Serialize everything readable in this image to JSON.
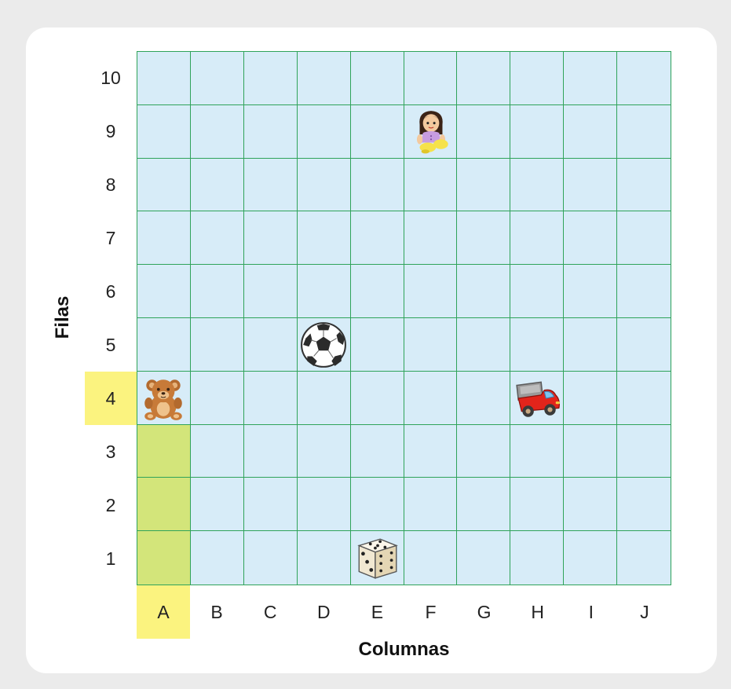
{
  "axes": {
    "x_title": "Columnas",
    "y_title": "Filas",
    "columns": [
      "A",
      "B",
      "C",
      "D",
      "E",
      "F",
      "G",
      "H",
      "I",
      "J"
    ],
    "rows": [
      "10",
      "9",
      "8",
      "7",
      "6",
      "5",
      "4",
      "3",
      "2",
      "1"
    ]
  },
  "highlight": {
    "column": "A",
    "row": "4"
  },
  "toys": [
    {
      "name": "teddy-bear",
      "icon": "teddy-bear-icon",
      "column": "A",
      "row": "4"
    },
    {
      "name": "doll",
      "icon": "doll-icon",
      "column": "F",
      "row": "9"
    },
    {
      "name": "soccer-ball",
      "icon": "soccer-ball-icon",
      "column": "D",
      "row": "5"
    },
    {
      "name": "toy-truck",
      "icon": "toy-truck-icon",
      "column": "H",
      "row": "4"
    },
    {
      "name": "die",
      "icon": "die-icon",
      "column": "E",
      "row": "1"
    }
  ],
  "colors": {
    "grid_line": "#2fa35a",
    "cell_fill": "#d7ecf8",
    "path_fill": "#d3e57a",
    "label_highlight": "#fbf37f"
  }
}
